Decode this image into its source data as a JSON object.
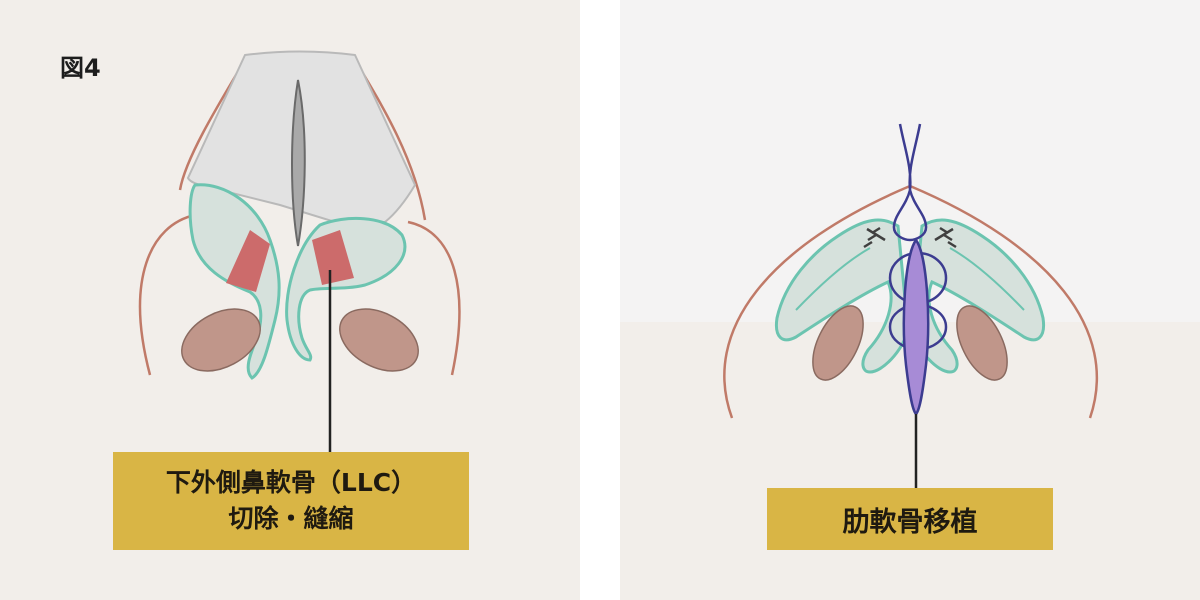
{
  "figure": {
    "label": "図4"
  },
  "left": {
    "caption_line1": "下外側鼻軟骨（LLC）",
    "caption_line2": "切除・縫縮"
  },
  "right": {
    "caption": "肋軟骨移植"
  },
  "colors": {
    "background": "#f2eeea",
    "skin_outline": "#c07a68",
    "septum_fill": "#e2e2e2",
    "cartilage_fill": "#d6e1dc",
    "cartilage_stroke": "#6cc4b0",
    "excision": "#cc6b6b",
    "nostril": "#c0968a",
    "suture": "#404040",
    "graft": "#a78bd6",
    "graft_stroke": "#3c3c90",
    "caption_bg": "#d9b545"
  }
}
